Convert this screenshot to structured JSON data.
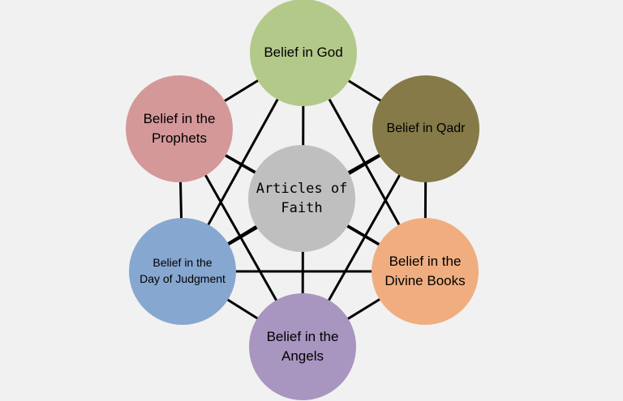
{
  "diagram": {
    "center": {
      "lines": [
        "Articles of",
        "Faith"
      ],
      "color": "#bfbfbf"
    },
    "nodes": [
      {
        "id": "god",
        "lines": [
          "Belief in God"
        ],
        "color": "#b3c98a"
      },
      {
        "id": "qadr",
        "lines": [
          "Belief in Qadr"
        ],
        "color": "#857a48"
      },
      {
        "id": "books",
        "lines": [
          "Belief in the",
          "Divine Books"
        ],
        "color": "#f0ae80"
      },
      {
        "id": "angels",
        "lines": [
          "Belief in the",
          "Angels"
        ],
        "color": "#a895c0"
      },
      {
        "id": "judgment",
        "lines": [
          "Belief in the",
          "Day of Judgment"
        ],
        "color": "#86a7cf"
      },
      {
        "id": "prophets",
        "lines": [
          "Belief in the",
          "Prophets"
        ],
        "color": "#d49899"
      }
    ]
  }
}
